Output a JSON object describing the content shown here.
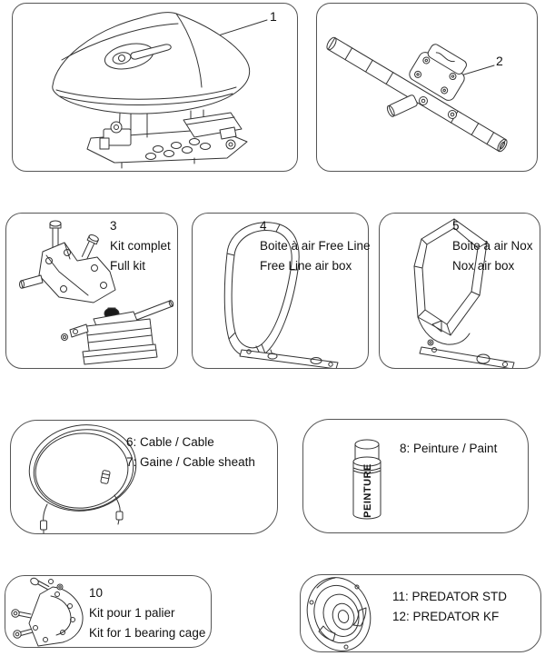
{
  "colors": {
    "background": "#ffffff",
    "panel_border": "#555555",
    "line_art": "#333333",
    "text": "#111111"
  },
  "panels": {
    "engine": {
      "part_number": "1",
      "icon": "engine-cowling-assembly-drawing"
    },
    "axle": {
      "part_number": "2",
      "icon": "handlebar-axle-drawing"
    },
    "full_kit": {
      "part_number": "3",
      "lines": [
        "Kit complet",
        "Full kit"
      ],
      "icon": "bracket-carburetor-kit-drawing"
    },
    "airbox_freeline": {
      "part_number": "4",
      "lines": [
        "Boite à air Free Line",
        "Free Line air box"
      ],
      "icon": "freeline-airbox-frame-drawing"
    },
    "airbox_nox": {
      "part_number": "5",
      "lines": [
        "Boite à air Nox",
        "Nox air box"
      ],
      "icon": "nox-airbox-frame-drawing"
    },
    "cable": {
      "lines": [
        "6: Cable / Cable",
        "7: Gaine / Cable sheath"
      ],
      "icon": "cable-coil-drawing"
    },
    "paint": {
      "lines": [
        "8: Peinture / Paint"
      ],
      "can_label": "PEINTURE",
      "icon": "spray-can-drawing"
    },
    "bearing": {
      "part_number": "10",
      "lines": [
        "Kit pour 1 palier",
        "Kit for 1 bearing cage"
      ],
      "icon": "bearing-cage-bracket-drawing"
    },
    "predator": {
      "lines": [
        "11: PREDATOR STD",
        "12: PREDATOR KF"
      ],
      "icon": "clutch-drum-drawing"
    }
  }
}
